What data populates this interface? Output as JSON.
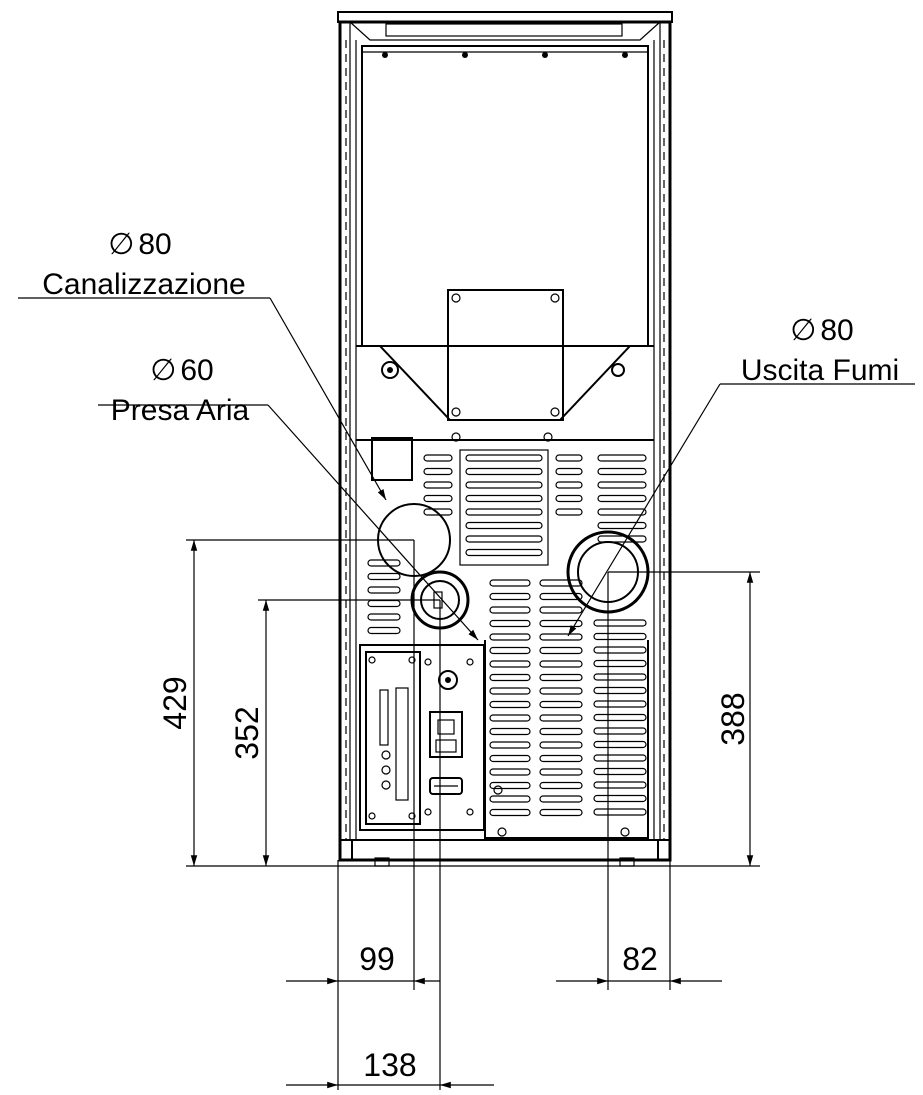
{
  "callouts": {
    "canalizzazione": {
      "diameter": "80",
      "name": "Canalizzazione"
    },
    "presa_aria": {
      "diameter": "60",
      "name": "Presa Aria"
    },
    "uscita_fumi": {
      "diameter": "80",
      "name": "Uscita Fumi"
    }
  },
  "diameter_symbol": "∅",
  "dimensions": {
    "height_canalizzazione": "429",
    "height_presa_aria": "352",
    "height_uscita_fumi": "388",
    "offset_canalizzazione": "99",
    "offset_uscita_fumi": "82",
    "offset_presa_aria": "138"
  }
}
